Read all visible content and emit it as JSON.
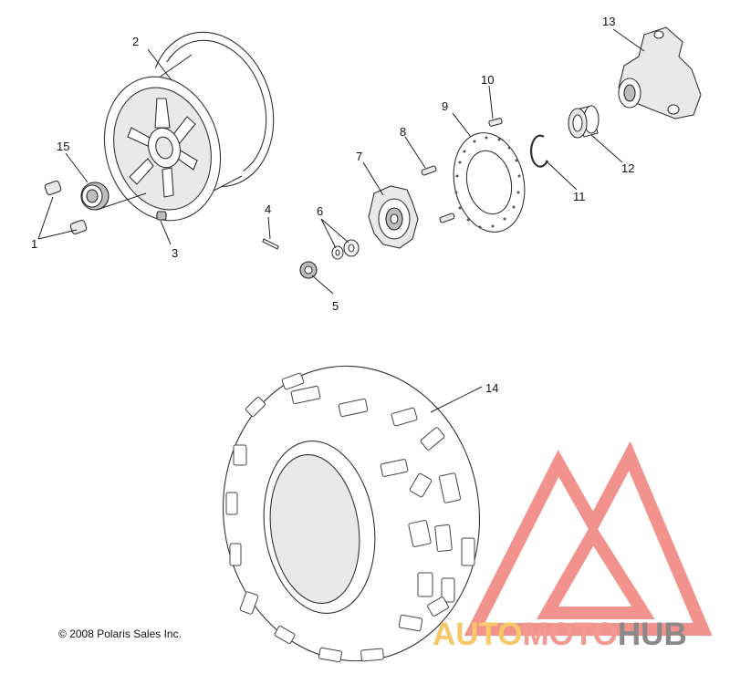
{
  "diagram": {
    "callouts": [
      {
        "id": "c1",
        "label": "1"
      },
      {
        "id": "c2",
        "label": "2"
      },
      {
        "id": "c3",
        "label": "3"
      },
      {
        "id": "c4",
        "label": "4"
      },
      {
        "id": "c5",
        "label": "5"
      },
      {
        "id": "c6",
        "label": "6"
      },
      {
        "id": "c7",
        "label": "7"
      },
      {
        "id": "c8",
        "label": "8"
      },
      {
        "id": "c9",
        "label": "9"
      },
      {
        "id": "c10",
        "label": "10"
      },
      {
        "id": "c11",
        "label": "11"
      },
      {
        "id": "c12",
        "label": "12"
      },
      {
        "id": "c13",
        "label": "13"
      },
      {
        "id": "c14",
        "label": "14"
      },
      {
        "id": "c15",
        "label": "15"
      }
    ],
    "copyright": "© 2008 Polaris Sales Inc."
  },
  "watermark": {
    "part1": "AUTO",
    "part2": "MOTO",
    "part3": "HUB",
    "colors": {
      "auto": "#f6c86a",
      "moto": "#f29a92",
      "hub": "#8a8a8a",
      "triangle": "#f07f78"
    }
  }
}
